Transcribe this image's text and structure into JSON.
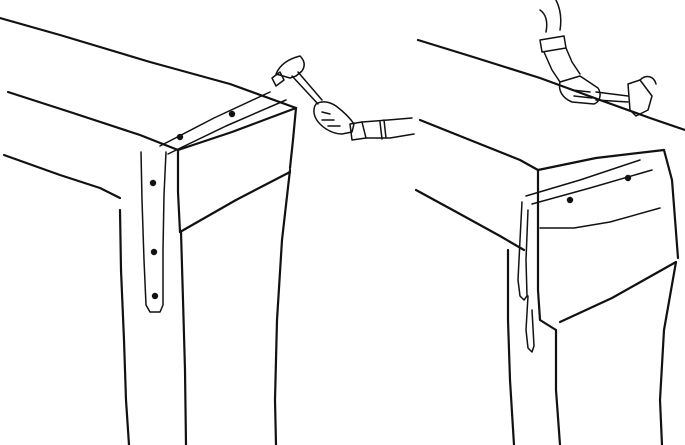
{
  "illustration": {
    "panels": [
      {
        "id": "left",
        "subject": "beam-with-metal-strap",
        "tool": "hammer-icon"
      },
      {
        "id": "right",
        "subject": "beam-with-wrapped-strip",
        "tool": "hammer-icon"
      }
    ],
    "colors": {
      "ink": "#111111",
      "paper": "#ffffff"
    }
  }
}
